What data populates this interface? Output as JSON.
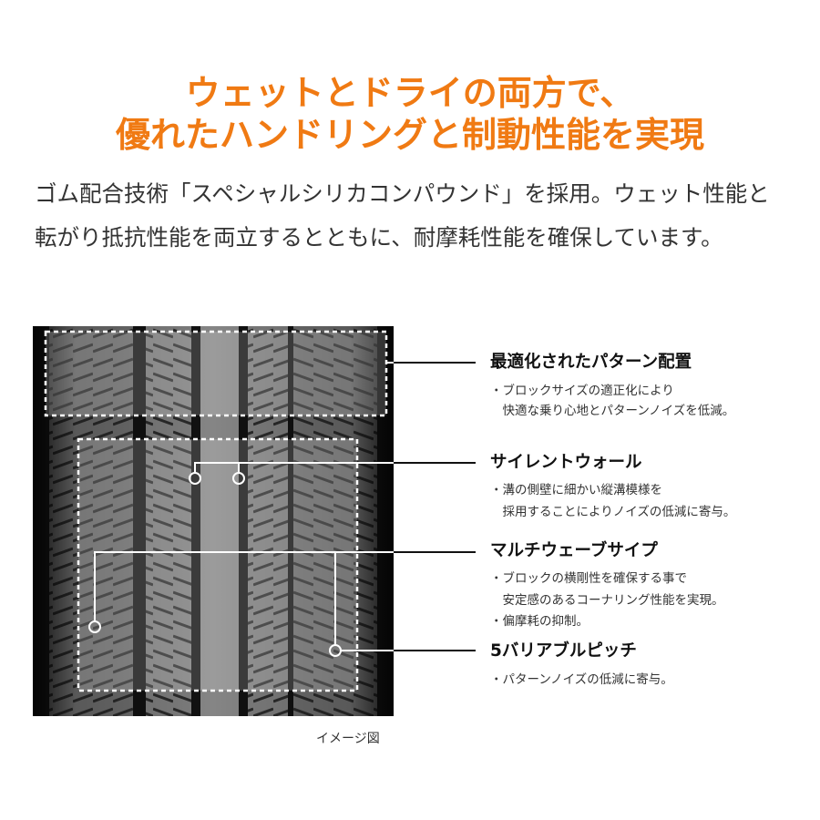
{
  "headline": {
    "line1": "ウェットとドライの両方で、",
    "line2": "優れたハンドリングと制動性能を実現"
  },
  "intro": {
    "line1": "ゴム配合技術「スペシャルシリカコンパウンド」を採用。ウェット性能と",
    "line2": "転がり抵抗性能を両立するとともに、耐摩耗性能を確保しています。"
  },
  "features": [
    {
      "title": "最適化されたパターン配置",
      "lines": [
        "・ブロックサイズの適正化により",
        "　快適な乗り心地とパターンノイズを低減。"
      ]
    },
    {
      "title": "サイレントウォール",
      "lines": [
        "・溝の側壁に細かい縦溝模様を",
        "　採用することによりノイズの低減に寄与。"
      ]
    },
    {
      "title": "マルチウェーブサイプ",
      "lines": [
        "・ブロックの横剛性を確保する事で",
        "　安定感のあるコーナリング性能を実現。",
        "・偏摩耗の抑制。"
      ]
    },
    {
      "title": "5バリアブルピッチ",
      "lines": [
        "・パターンノイズの低減に寄与。"
      ]
    }
  ],
  "caption": "イメージ図",
  "colors": {
    "accent": "#f07a13",
    "text": "#333333",
    "tread": "#151515"
  }
}
